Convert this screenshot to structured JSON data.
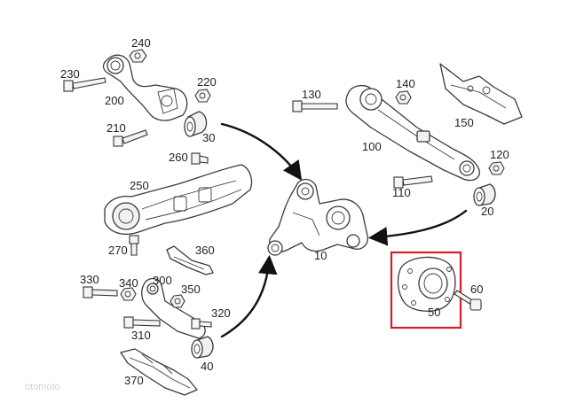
{
  "labels": {
    "p10": "10",
    "p20": "20",
    "p30": "30",
    "p40": "40",
    "p50": "50",
    "p60": "60",
    "p100": "100",
    "p110": "110",
    "p120": "120",
    "p130": "130",
    "p140": "140",
    "p150": "150",
    "p200": "200",
    "p210": "210",
    "p220": "220",
    "p230": "230",
    "p240": "240",
    "p250": "250",
    "p260": "260",
    "p270": "270",
    "p300": "300",
    "p310": "310",
    "p320": "320",
    "p330": "330",
    "p340": "340",
    "p350": "350",
    "p360": "360",
    "p370": "370"
  },
  "highlight_color": "#d0202a",
  "watermark": "otomoto"
}
